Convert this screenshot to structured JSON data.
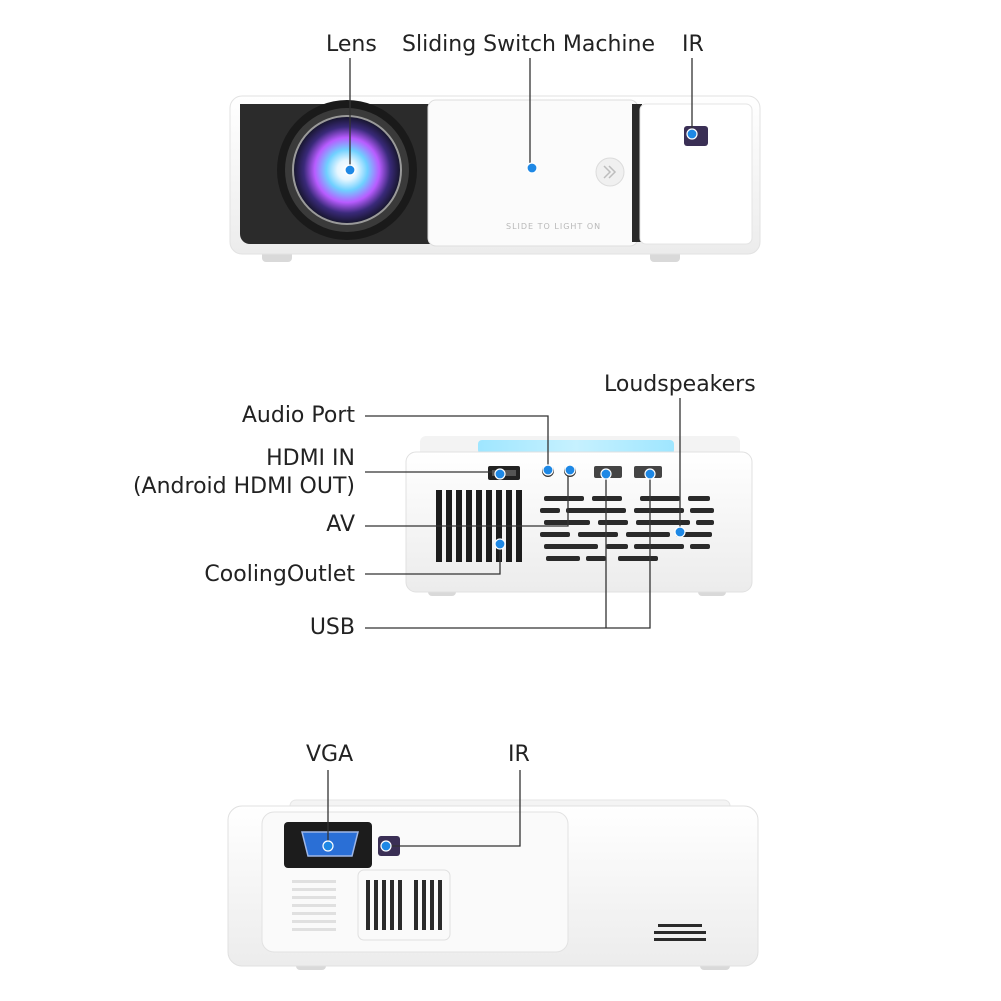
{
  "front": {
    "lens_label": "Lens",
    "sliding_label": "Sliding Switch Machine",
    "ir_label": "IR",
    "body_print": "SLIDE TO LIGHT ON"
  },
  "back": {
    "audio_label": "Audio Port",
    "hdmi_label_line1": "HDMI IN",
    "hdmi_label_line2": "(Android HDMI OUT)",
    "av_label": "AV",
    "cooling_label": "CoolingOutlet",
    "usb_label": "USB",
    "speakers_label": "Loudspeakers"
  },
  "side": {
    "vga_label": "VGA",
    "ir_label": "IR"
  },
  "colors": {
    "marker": "#1e88e5",
    "leader": "#333333",
    "body": "#ffffff",
    "dark_panel": "#2b2b2b"
  }
}
